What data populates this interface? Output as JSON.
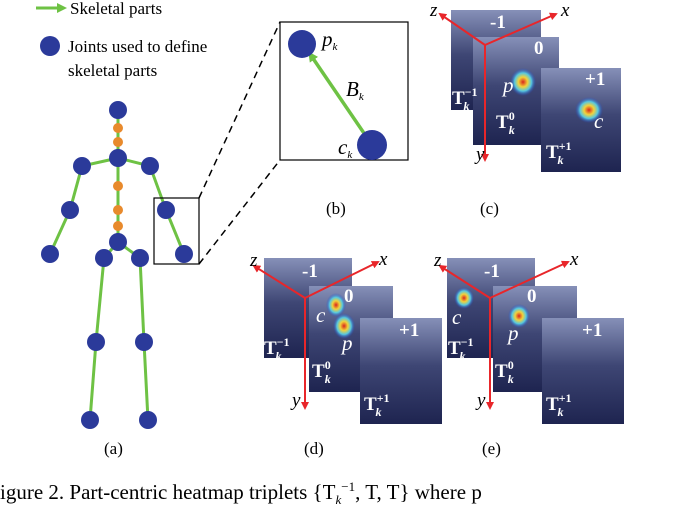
{
  "legend": {
    "skeletal_parts": "Skeletal parts",
    "joints_line1": "Joints used to define",
    "joints_line2": "skeletal parts"
  },
  "panels": {
    "a": "(a)",
    "b": "(b)",
    "c": "(c)",
    "d": "(d)",
    "e": "(e)"
  },
  "inset": {
    "p": "p",
    "p_sub": "k",
    "B": "B",
    "B_sub": "k",
    "c": "c",
    "c_sub": "k"
  },
  "axes": {
    "x": "x",
    "y": "y",
    "z": "z"
  },
  "frames": {
    "minus": "-1",
    "zero": "0",
    "plus": "+1"
  },
  "heatmap_labels": {
    "T": "T",
    "k": "k",
    "sup_minus": "−1",
    "sup_zero": "0",
    "sup_plus": "+1",
    "p": "p",
    "c": "c"
  },
  "caption": "igure 2. Part-centric heatmap triplets {T",
  "caption_sub": "k",
  "caption_sup": "−1",
  "caption_rest1": ", T",
  "caption_rest2": ", T",
  "caption_rest3": "} where p",
  "colors": {
    "limb": "#6ec244",
    "joint": "#2b3a9a",
    "mid_joint": "#e88a2c",
    "axis": "#e8262a",
    "frame_bg": "#3d4470"
  }
}
